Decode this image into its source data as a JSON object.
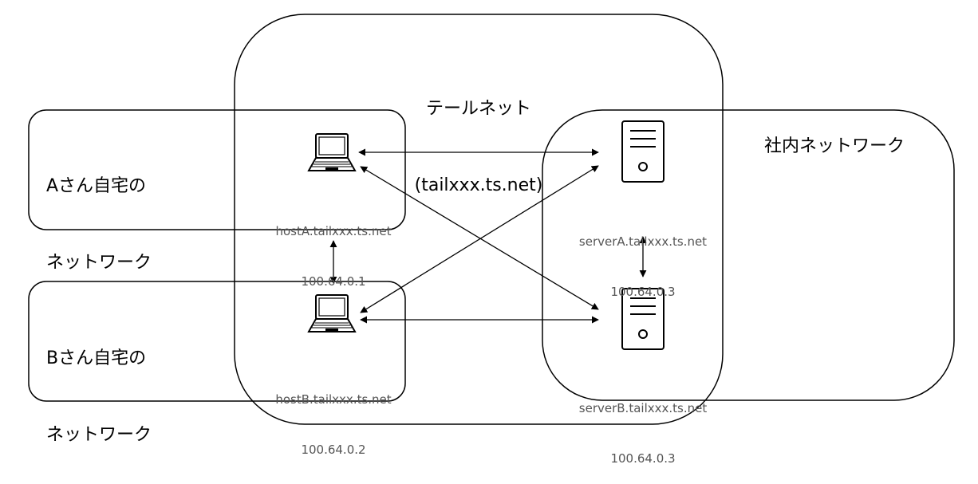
{
  "tailnet": {
    "title": "テールネット",
    "domain": "(tailxxx.ts.net)"
  },
  "networks": {
    "home_a": {
      "label_line1": "Aさん自宅の",
      "label_line2": "ネットワーク"
    },
    "home_b": {
      "label_line1": "Bさん自宅の",
      "label_line2": "ネットワーク"
    },
    "office": {
      "label": "社内ネットワーク"
    }
  },
  "nodes": {
    "hostA": {
      "name": "hostA.tailxxx.ts.net",
      "ip": "100.64.0.1",
      "icon": "laptop-icon"
    },
    "hostB": {
      "name": "hostB.tailxxx.ts.net",
      "ip": "100.64.0.2",
      "icon": "laptop-icon"
    },
    "serverA": {
      "name": "serverA.tailxxx.ts.net",
      "ip": "100.64.0.3",
      "icon": "server-icon"
    },
    "serverB": {
      "name": "serverB.tailxxx.ts.net",
      "ip": "100.64.0.3",
      "icon": "server-icon"
    }
  },
  "connections": [
    {
      "from": "hostA",
      "to": "serverA"
    },
    {
      "from": "hostA",
      "to": "serverB"
    },
    {
      "from": "hostA",
      "to": "hostB"
    },
    {
      "from": "hostB",
      "to": "serverA"
    },
    {
      "from": "hostB",
      "to": "serverB"
    },
    {
      "from": "serverA",
      "to": "serverB"
    }
  ],
  "colors": {
    "stroke": "#000000",
    "node_label": "#555555",
    "background": "#ffffff"
  }
}
